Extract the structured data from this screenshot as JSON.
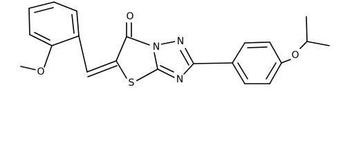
{
  "structure": {
    "atom_labels": {
      "ketone_oxygen": "O",
      "methoxy_oxygen": "O",
      "ether_oxygen": "O",
      "ring_sulfur": "S",
      "bridge_nitrogen": "N",
      "triazole_nitrogen_upper": "N",
      "triazole_nitrogen_lower": "N"
    }
  }
}
